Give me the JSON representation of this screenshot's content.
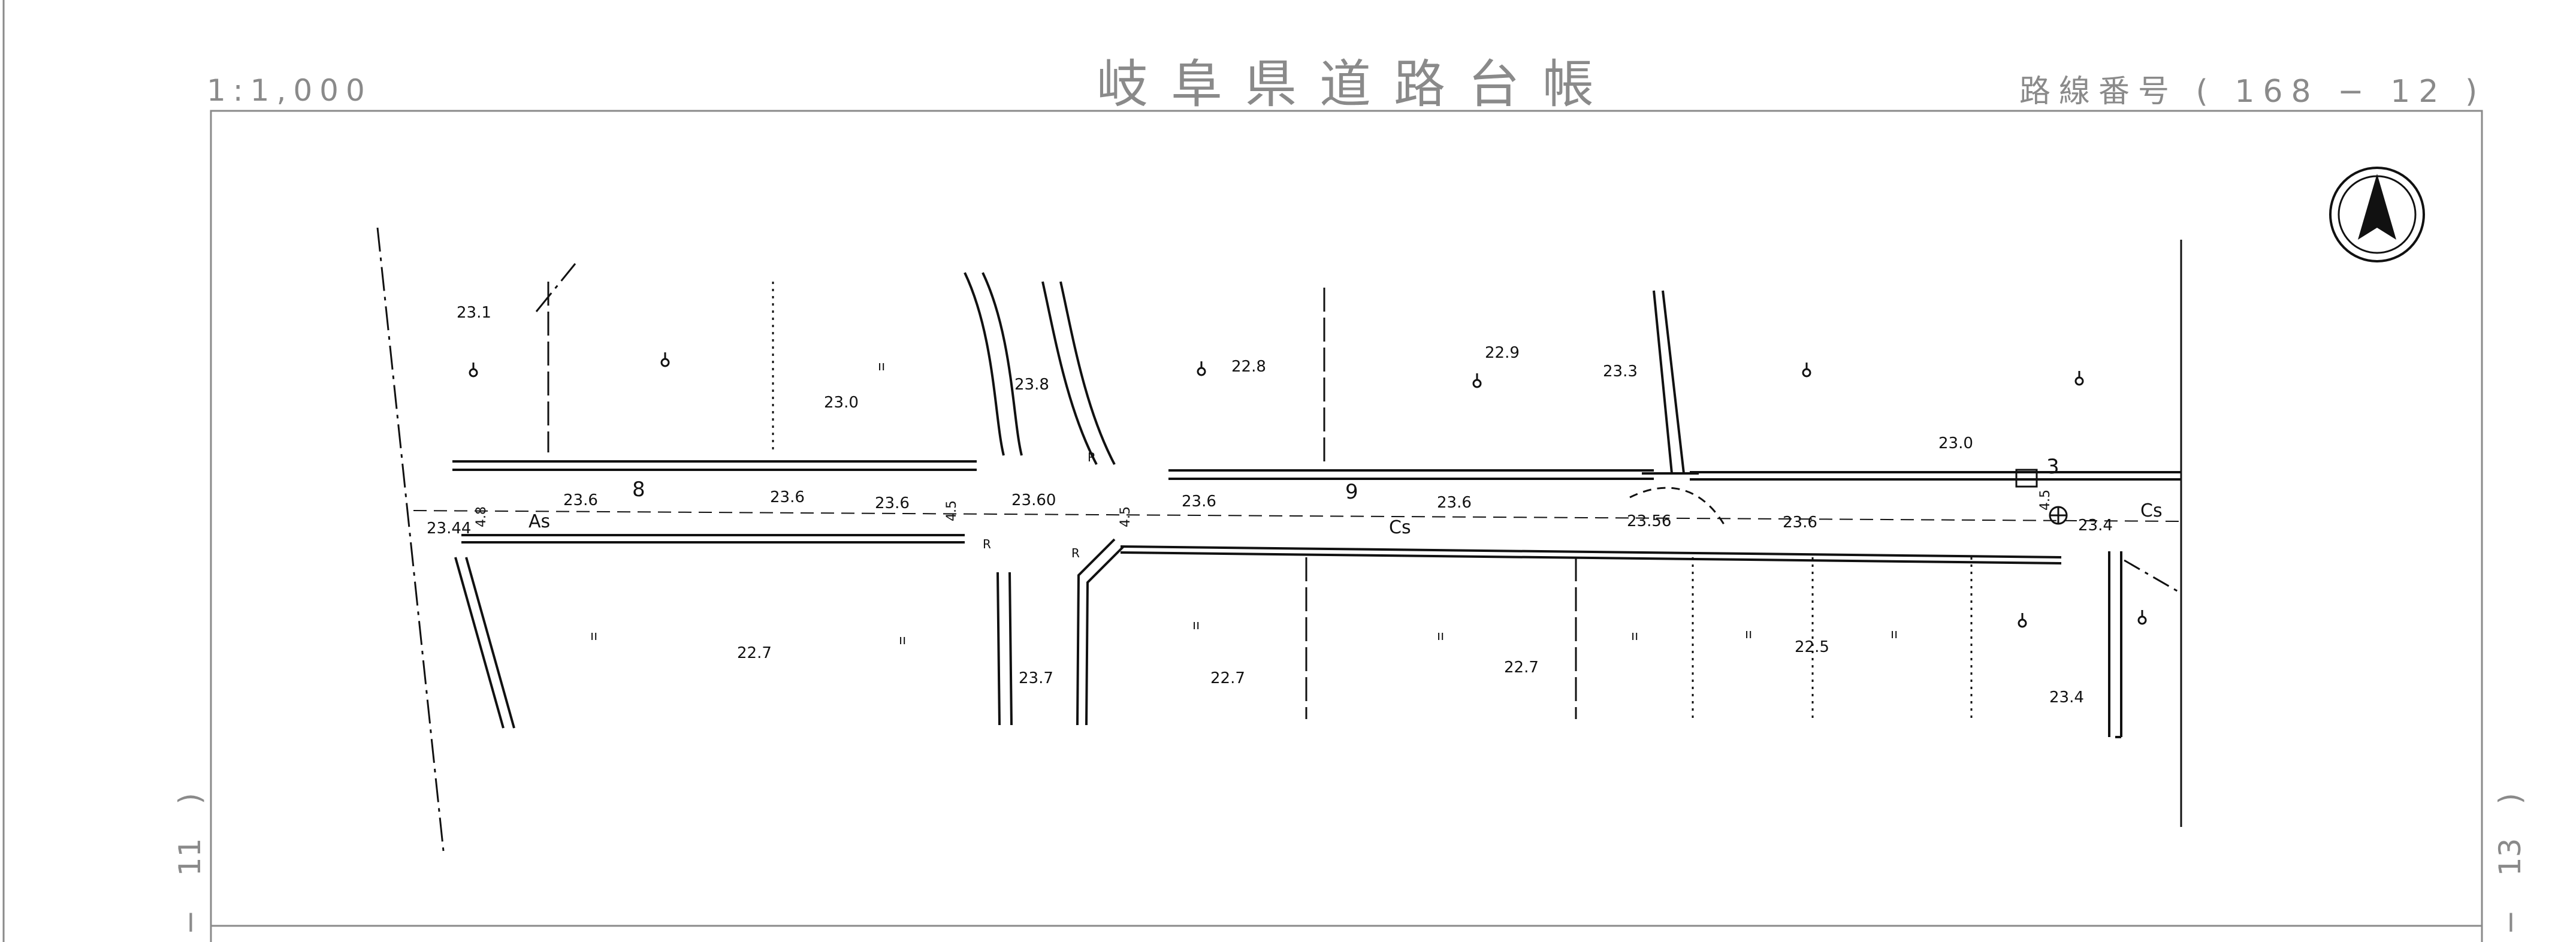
{
  "header": {
    "title": "岐阜県道路台帳",
    "scale": "1:1,000",
    "route_prefix": "路線番号",
    "route_open": "(",
    "route_number": "168",
    "route_dash": "−",
    "route_sub": "12",
    "route_close": ")"
  },
  "side": {
    "left_dash": "−",
    "left_number": "11",
    "left_paren": ")",
    "right_dash": "−",
    "right_number": "13",
    "right_paren": ")"
  },
  "map": {
    "elevations": {
      "e1": "23.1",
      "e2": "23.0",
      "e3": "23.8",
      "e4": "22.8",
      "e5": "22.9",
      "e6": "23.3",
      "e7": "23.0",
      "e8": "23.6",
      "e9": "23.6",
      "e10": "23.6",
      "e11": "23.60",
      "e12": "23.6",
      "e13": "23.6",
      "e14": "23.56",
      "e15": "23.6",
      "e16": "23.4",
      "e17": "23.44",
      "e18": "22.7",
      "e19": "23.7",
      "e20": "22.7",
      "e21": "22.7",
      "e22": "22.5",
      "e23": "23.4"
    },
    "stations": {
      "s8": "8",
      "s9": "9",
      "s3": "3"
    },
    "surfaces": {
      "as": "As",
      "cs1": "Cs",
      "cs2": "Cs"
    },
    "widths": {
      "w1": "4.5",
      "w2": "4.5",
      "w3": "4.5",
      "w4": "4.8"
    },
    "radius": "R",
    "field_mark": "ıı"
  },
  "colors": {
    "frame": "#8a8a8a",
    "ink": "#111111",
    "header_text": "#8a8a8a"
  }
}
